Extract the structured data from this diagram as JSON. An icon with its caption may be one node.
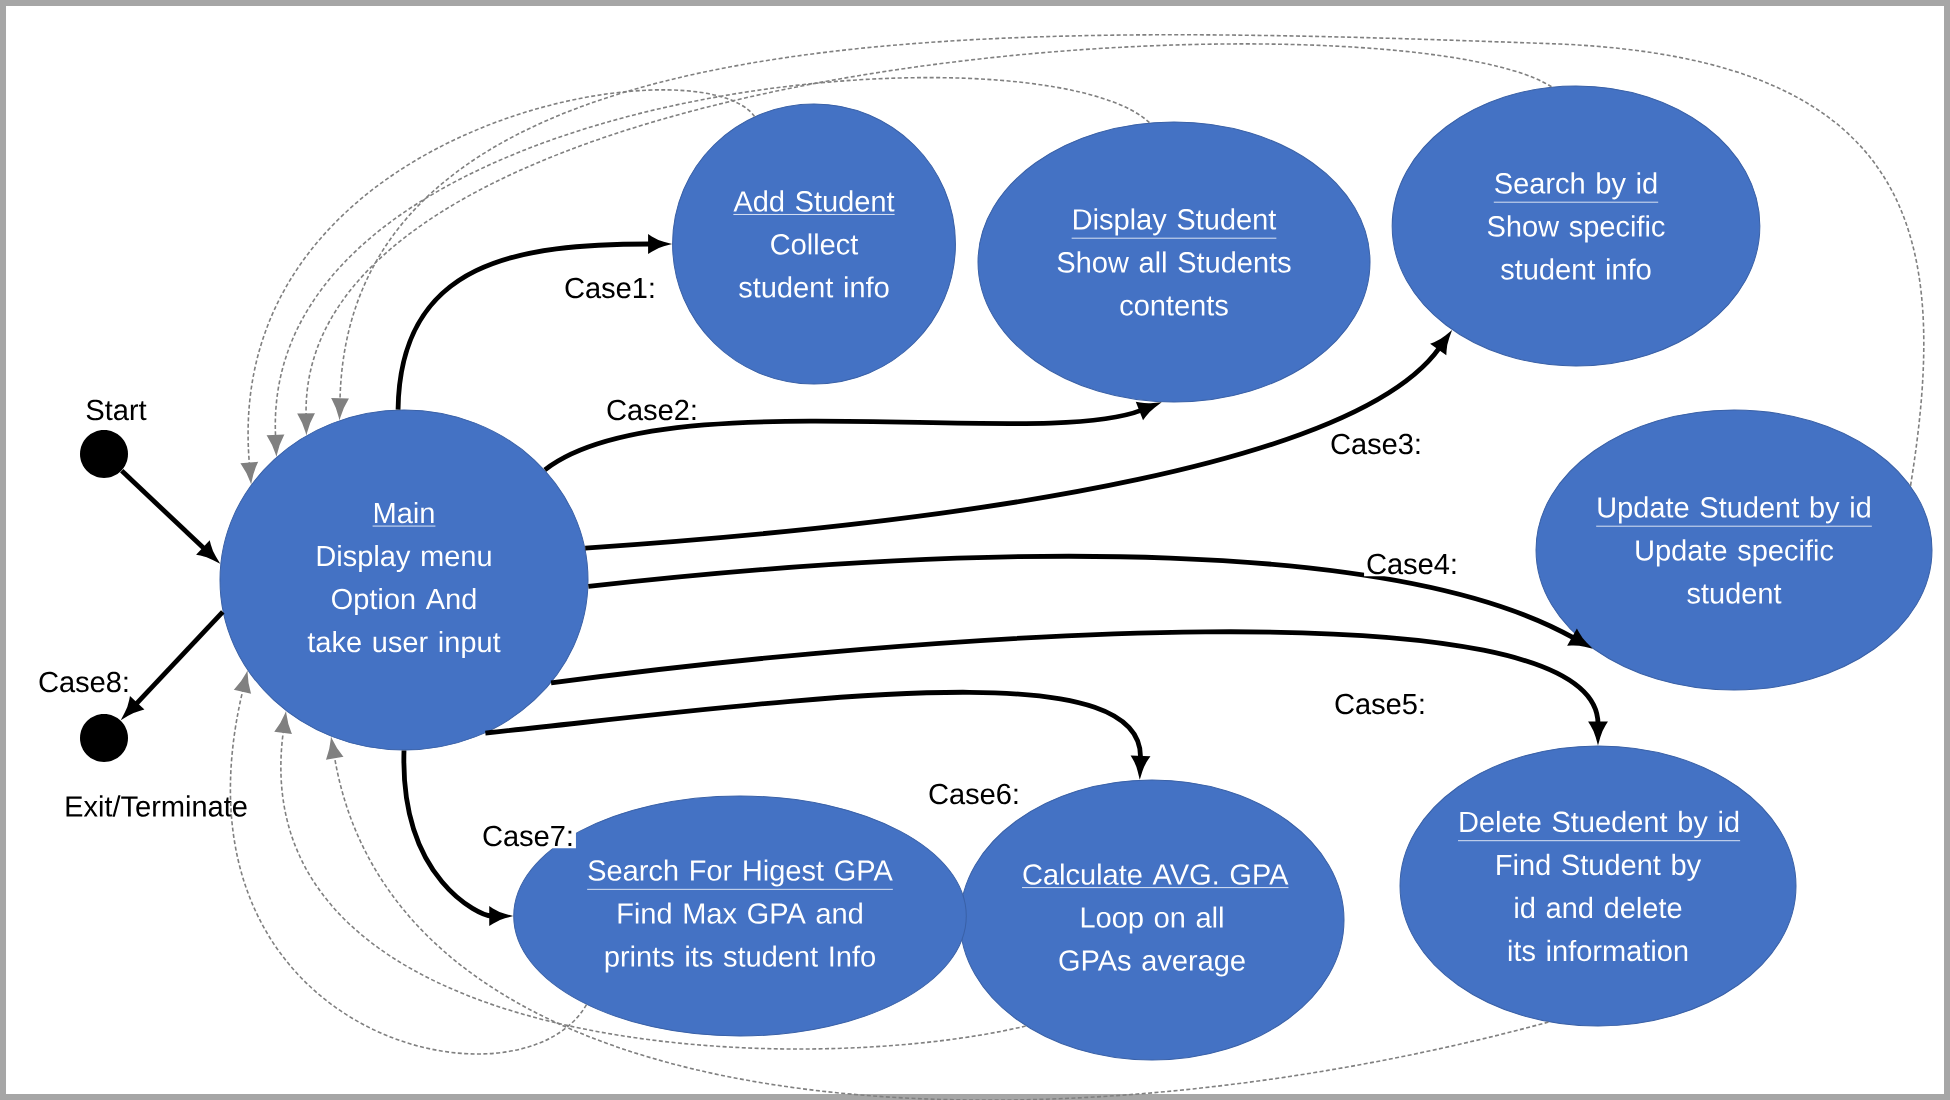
{
  "diagram": {
    "nodes": [
      {
        "text": [],
        "shape": "circle",
        "beside": [
          "Start"
        ]
      },
      {
        "text": [
          "Main",
          "Display menu Option And take user input"
        ]
      },
      {
        "text": [
          "Add Student",
          "Collect student info"
        ]
      },
      {
        "text": [
          "Display Student",
          "Show all Students contents"
        ]
      },
      {
        "text": [
          "Search by id",
          "Show specific student info"
        ]
      },
      {
        "text": [
          "Update Student by id",
          "Update specific student"
        ]
      },
      {
        "text": [
          "Delete Stuedent by id",
          "Find Student by id and delete its information"
        ]
      },
      {
        "text": [
          "Calculate AVG. GPA",
          "Loop on all GPAs average"
        ]
      },
      {
        "text": [
          "Search For Higest GPA",
          "Find Max GPA and prints its student Info"
        ]
      },
      {
        "text": [],
        "shape": "circle",
        "beside": [
          "Exit/Terminate"
        ]
      }
    ],
    "edges": [
      {
        "from": 0,
        "to": 1,
        "arrow": "to"
      },
      {
        "from": 1,
        "to": 2,
        "arrow": "to",
        "label": "Case1:"
      },
      {
        "from": 1,
        "to": 3,
        "arrow": "to",
        "label": "Case2:"
      },
      {
        "from": 1,
        "to": 4,
        "arrow": "to",
        "label": "Case3:"
      },
      {
        "from": 1,
        "to": 5,
        "arrow": "to",
        "label": "Case4:"
      },
      {
        "from": 1,
        "to": 6,
        "arrow": "to",
        "label": "Case5:"
      },
      {
        "from": 1,
        "to": 7,
        "arrow": "to",
        "label": "Case6:"
      },
      {
        "from": 1,
        "to": 8,
        "arrow": "to",
        "label": "Case7:"
      },
      {
        "from": 1,
        "to": 9,
        "arrow": "to",
        "label": "Case8:"
      },
      {
        "from": 2,
        "to": 1,
        "arrow": "to",
        "style": "dashed",
        "color": "#808080"
      },
      {
        "from": 3,
        "to": 1,
        "arrow": "to",
        "style": "dashed",
        "color": "#808080"
      },
      {
        "from": 4,
        "to": 1,
        "arrow": "to",
        "style": "dashed",
        "color": "#808080"
      },
      {
        "from": 5,
        "to": 1,
        "arrow": "to",
        "style": "dashed",
        "color": "#808080"
      },
      {
        "from": 6,
        "to": 1,
        "arrow": "to",
        "style": "dashed",
        "color": "#808080"
      },
      {
        "from": 7,
        "to": 1,
        "arrow": "to",
        "style": "dashed",
        "color": "#808080"
      },
      {
        "from": 8,
        "to": 1,
        "arrow": "to",
        "style": "dashed",
        "color": "#808080"
      }
    ]
  }
}
